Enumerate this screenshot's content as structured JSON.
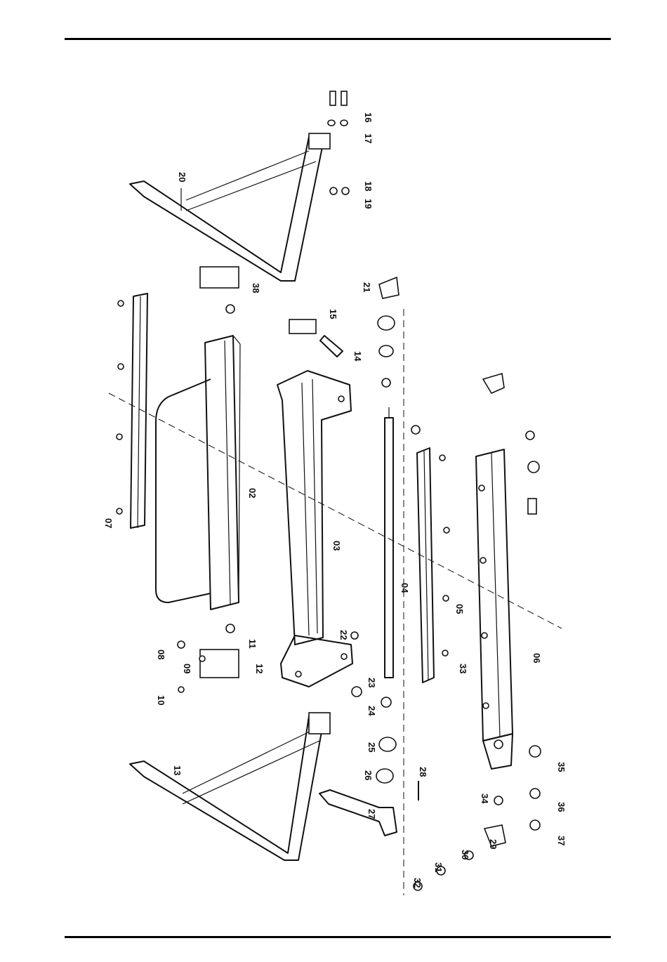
{
  "diagram": {
    "callouts": [
      "02",
      "03",
      "04",
      "05",
      "06",
      "07",
      "08",
      "09",
      "10",
      "11",
      "12",
      "13",
      "14",
      "15",
      "16",
      "17",
      "18",
      "19",
      "20",
      "21",
      "22",
      "23",
      "24",
      "25",
      "26",
      "27",
      "28",
      "29",
      "30",
      "31",
      "32",
      "33",
      "34",
      "35",
      "36",
      "37",
      "38"
    ]
  }
}
